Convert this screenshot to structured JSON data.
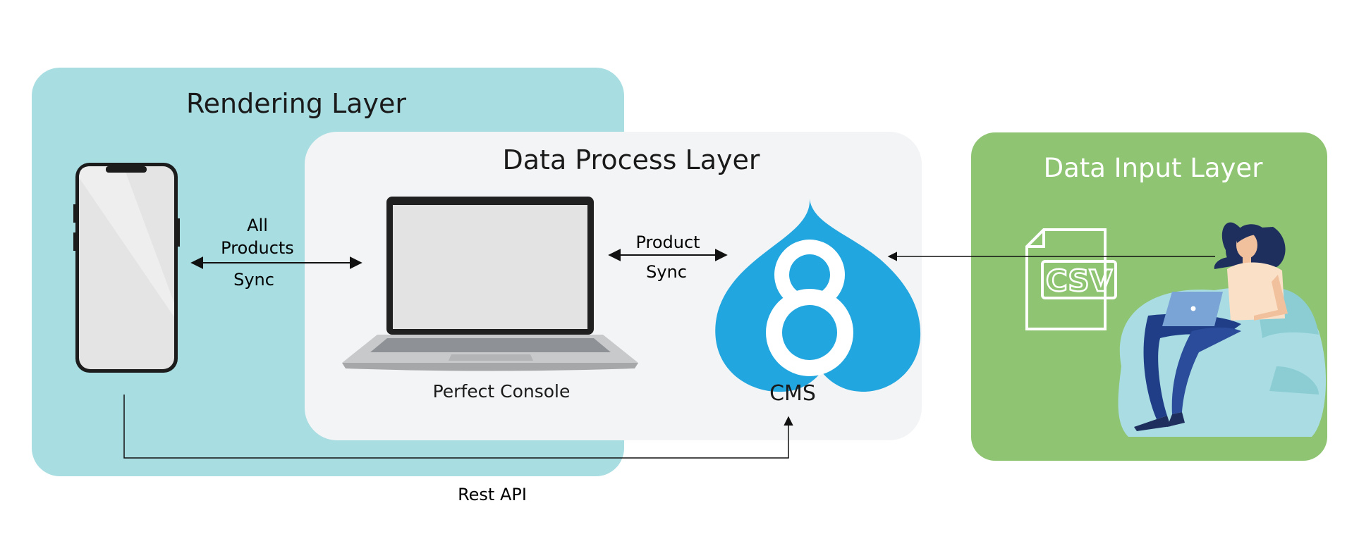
{
  "colors": {
    "rendering_layer_bg": "#a8dde2",
    "data_process_layer_bg": "#f3f4f5",
    "data_input_layer_bg": "#8fc572",
    "drupal_blue": "#22a6df",
    "arrow": "#111111"
  },
  "layers": {
    "rendering": {
      "title": "Rendering Layer"
    },
    "data_process": {
      "title": "Data Process Layer"
    },
    "data_input": {
      "title": "Data Input Layer"
    }
  },
  "nodes": {
    "phone": {
      "icon": "smartphone-icon"
    },
    "laptop": {
      "icon": "laptop-icon",
      "label": "Perfect Console"
    },
    "cms": {
      "icon": "drupal-8-logo",
      "label": "CMS"
    },
    "csv": {
      "icon": "csv-file-icon",
      "text": "CSV"
    },
    "person": {
      "icon": "person-with-laptop-illustration"
    }
  },
  "edges": {
    "phone_laptop": {
      "line1": "All",
      "line2": "Products",
      "line3": "Sync"
    },
    "laptop_cms": {
      "line1": "Product",
      "line2": "Sync"
    },
    "input_cms": {
      "label": ""
    },
    "phone_cms": {
      "label": "Rest API"
    }
  }
}
